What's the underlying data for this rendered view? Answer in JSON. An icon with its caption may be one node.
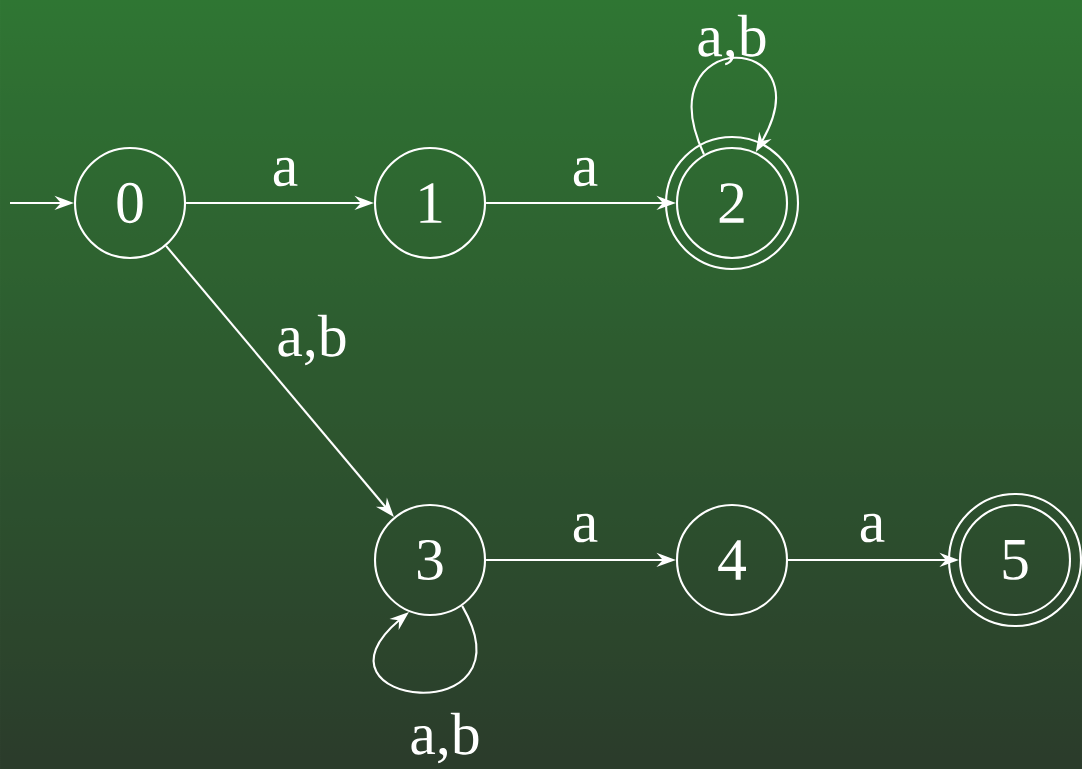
{
  "diagram": {
    "nodes": [
      {
        "text": [
          "0"
        ]
      },
      {
        "text": [
          "1"
        ]
      },
      {
        "text": [
          "2"
        ]
      },
      {
        "text": [
          "3"
        ]
      },
      {
        "text": [
          "4"
        ]
      },
      {
        "text": [
          "5"
        ]
      }
    ],
    "edges": [
      {
        "from": null,
        "to": 0,
        "arrow": "to"
      },
      {
        "from": 0,
        "to": 1,
        "arrow": "to",
        "label": "a"
      },
      {
        "from": 1,
        "to": 2,
        "arrow": "to",
        "label": "a"
      },
      {
        "from": 2,
        "to": 2,
        "arrow": "to",
        "label": "a,b"
      },
      {
        "from": 0,
        "to": 3,
        "arrow": "to",
        "label": "a,b"
      },
      {
        "from": 3,
        "to": 3,
        "arrow": "to",
        "label": "a,b"
      },
      {
        "from": 3,
        "to": 4,
        "arrow": "to",
        "label": "a"
      },
      {
        "from": 4,
        "to": 5,
        "arrow": "to",
        "label": "a"
      }
    ]
  }
}
